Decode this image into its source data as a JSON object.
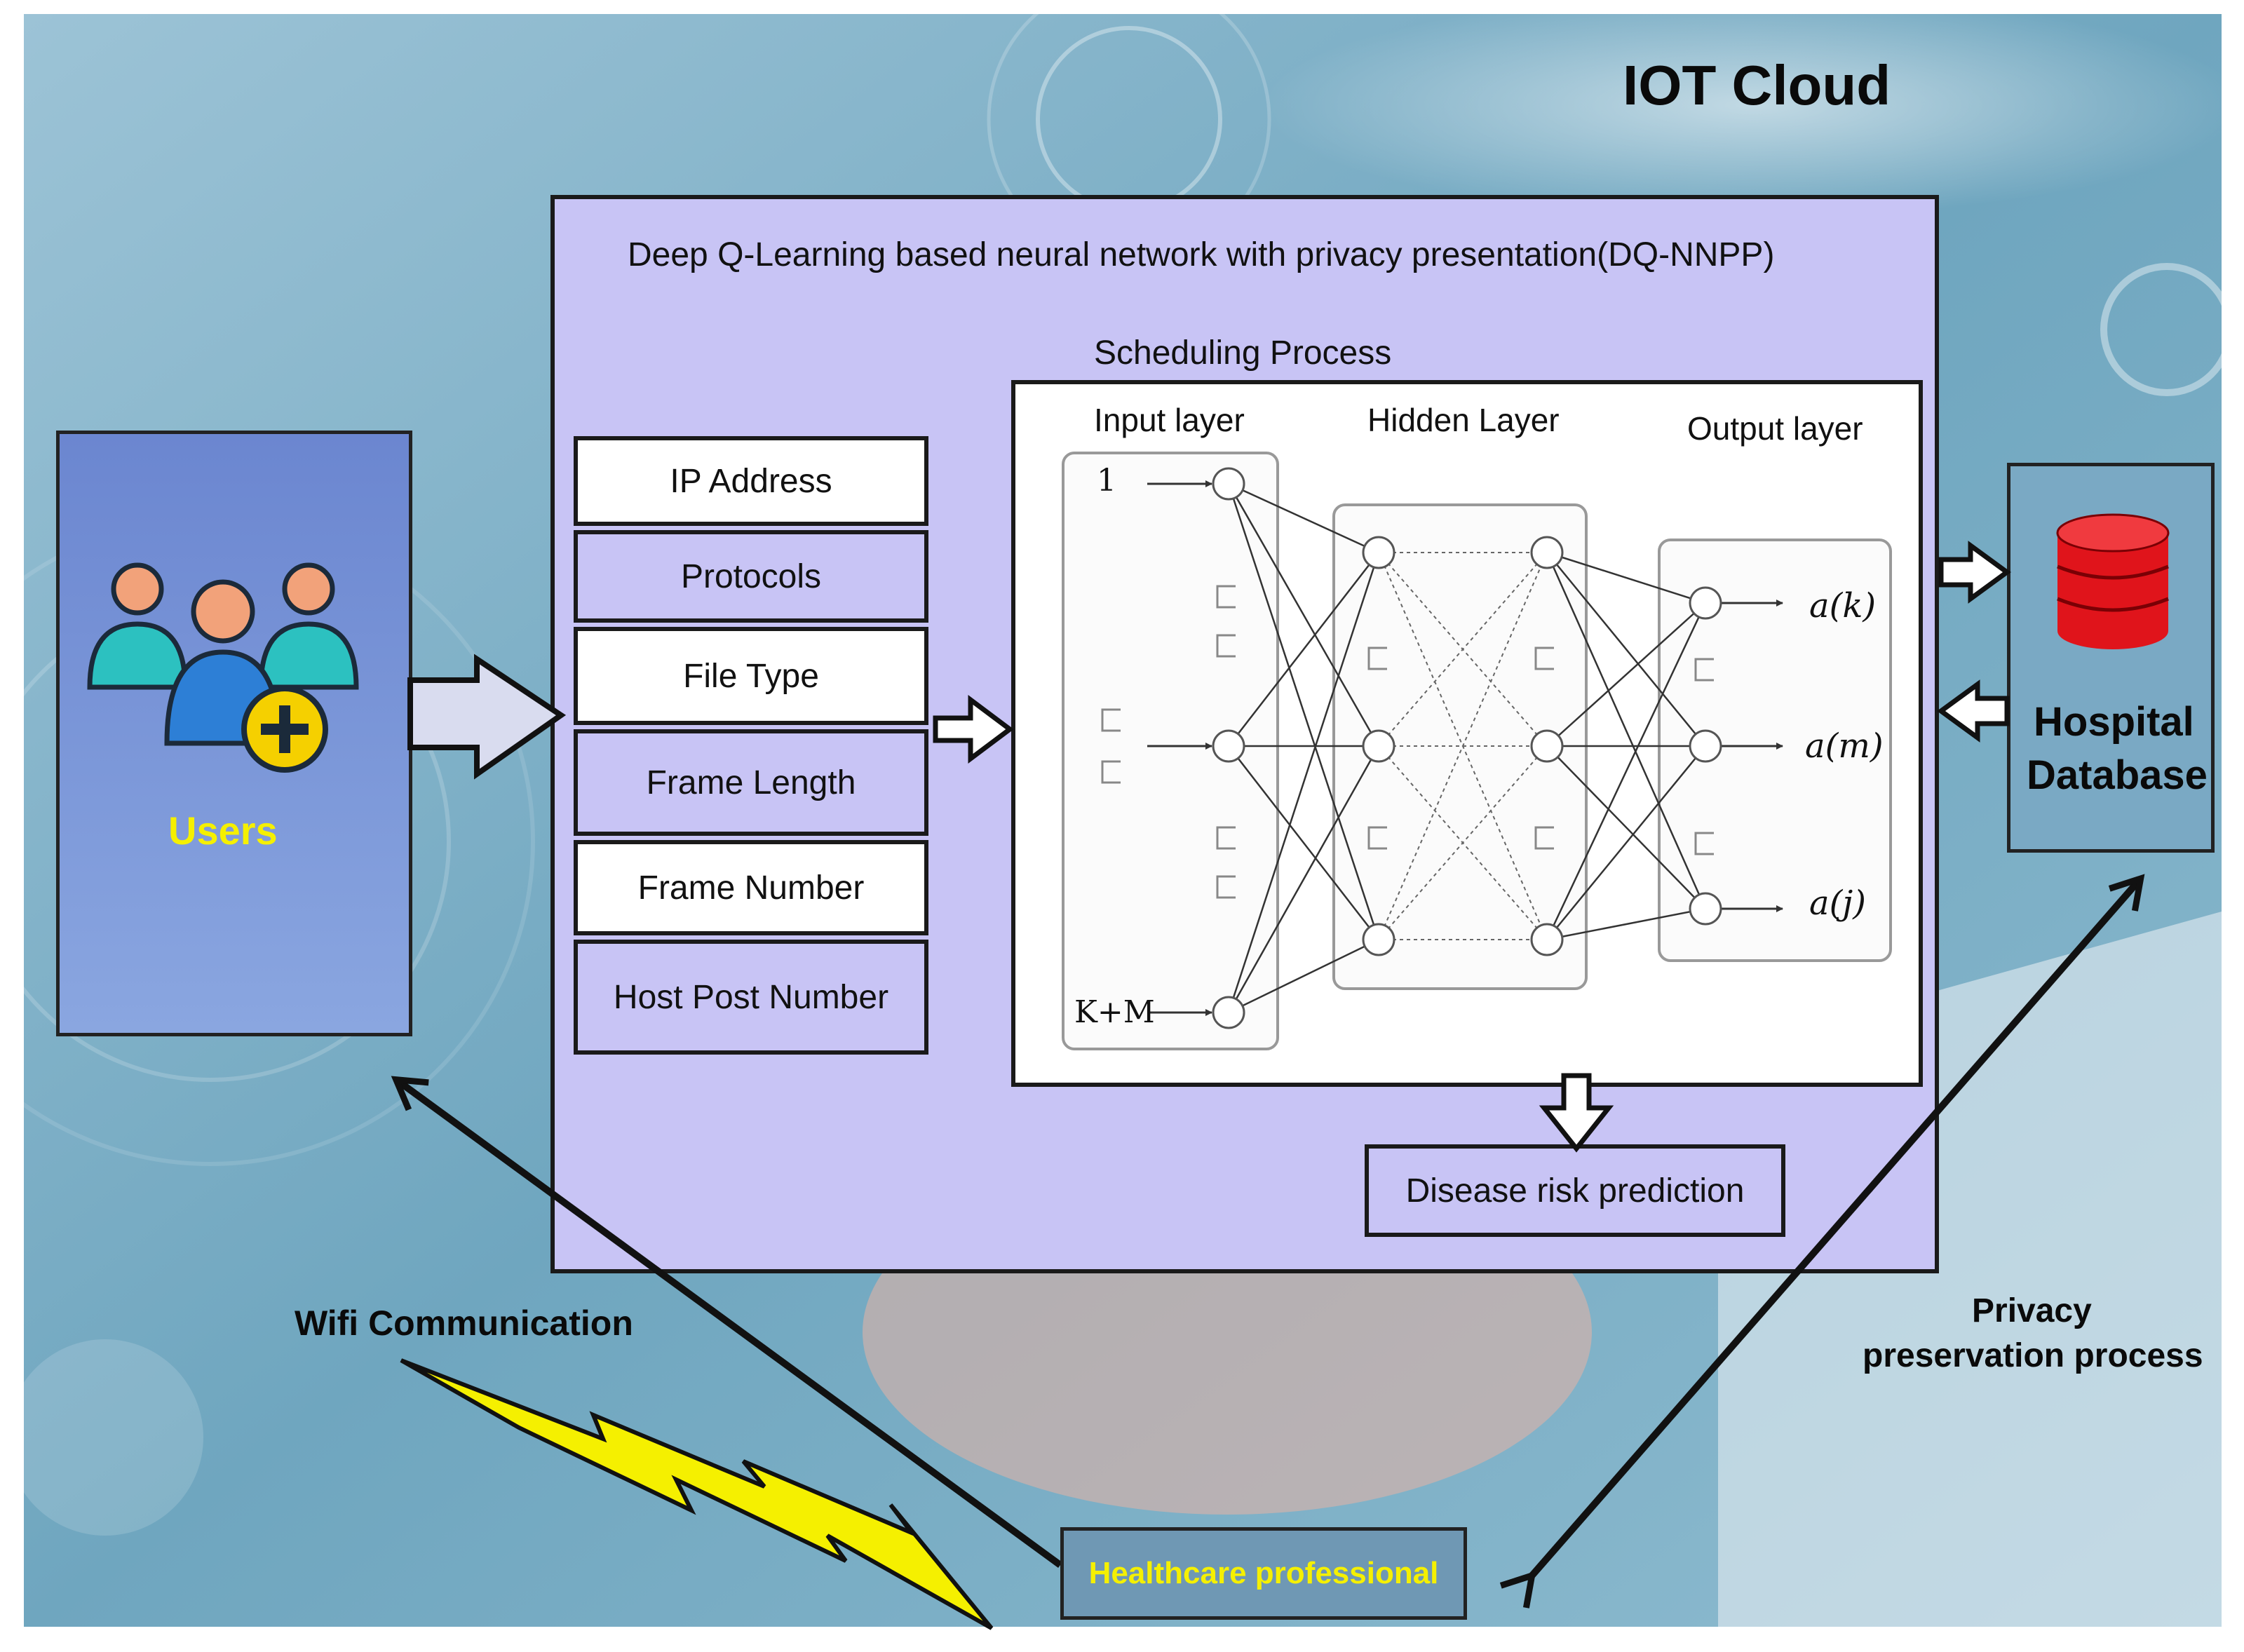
{
  "title": "IOT Cloud",
  "framework_title": "Deep Q-Learning based neural network with privacy presentation(DQ-NNPP)",
  "scheduling_label": "Scheduling Process",
  "features": [
    "IP Address",
    "Protocols",
    "File Type",
    "Frame Length",
    "Frame Number",
    "Host Post Number"
  ],
  "network": {
    "input_layer": "Input layer",
    "hidden_layer": "Hidden Layer",
    "output_layer": "Output layer",
    "input_first": "1",
    "input_last": "K+M",
    "outputs": [
      "a(k)",
      "a(m)",
      "a(j)"
    ]
  },
  "prediction": "Disease risk prediction",
  "users_label": "Users",
  "database_label_line1": "Hospital",
  "database_label_line2": "Database",
  "wifi_label": "Wifi Communication",
  "privacy_label_line1": "Privacy",
  "privacy_label_line2": "preservation process",
  "healthcare_label": "Healthcare professional",
  "colors": {
    "panel": "#c8c4f5",
    "users_panel": "#7b96d8",
    "users_text": "#f5f000",
    "healthcare_text": "#f5f000",
    "database": "#e0141b",
    "lightning": "#f5f000"
  },
  "icons": [
    "users-group-icon",
    "add-user-icon",
    "database-icon",
    "lightning-icon"
  ]
}
